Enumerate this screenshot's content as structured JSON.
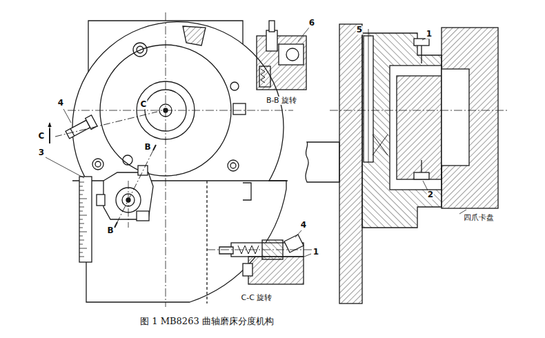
{
  "diagram": {
    "caption": "图 1 MB8263 曲轴磨床分度机构",
    "labels": [
      "4",
      "C",
      "C",
      "B",
      "3",
      "B",
      "6",
      "B-B 旋转",
      "4",
      "1",
      "C-C 旋转",
      "5",
      "1",
      "2",
      "四爪卡盘"
    ]
  }
}
